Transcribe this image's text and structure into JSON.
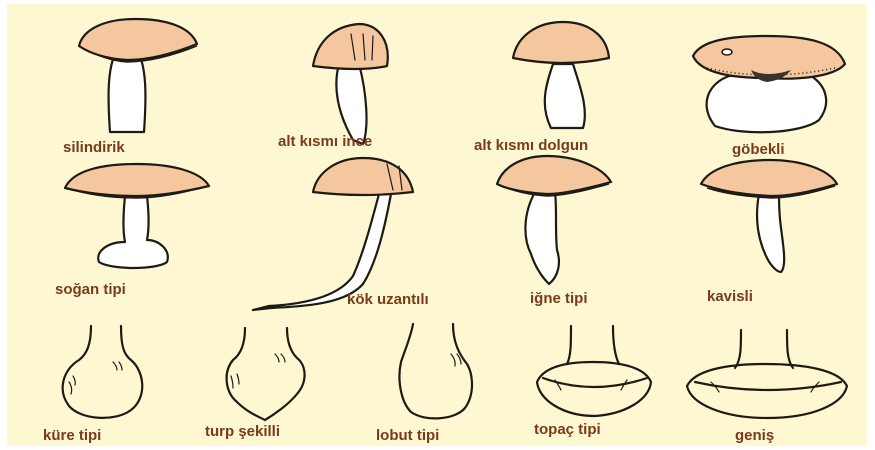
{
  "panel": {
    "background": "#fdf8d2",
    "label_color": "#7a3a1c",
    "cap_color": "#f4c79f"
  },
  "labels": {
    "silindirik": "silindirik",
    "alt_kismi_ince": "alt kısmı ince",
    "alt_kismi_dolgun": "alt kısmı dolgun",
    "gobekli": "göbekli",
    "sogan_tipi": "soğan tipi",
    "kok_uzantili": "kök uzantılı",
    "igne_tipi": "iğne tipi",
    "kavisli": "kavisli",
    "kure_tipi": "küre tipi",
    "turp_sekilli": "turp şekilli",
    "lobut_tipi": "lobut tipi",
    "topac_tipi": "topaç tipi",
    "genis": "geniş"
  }
}
